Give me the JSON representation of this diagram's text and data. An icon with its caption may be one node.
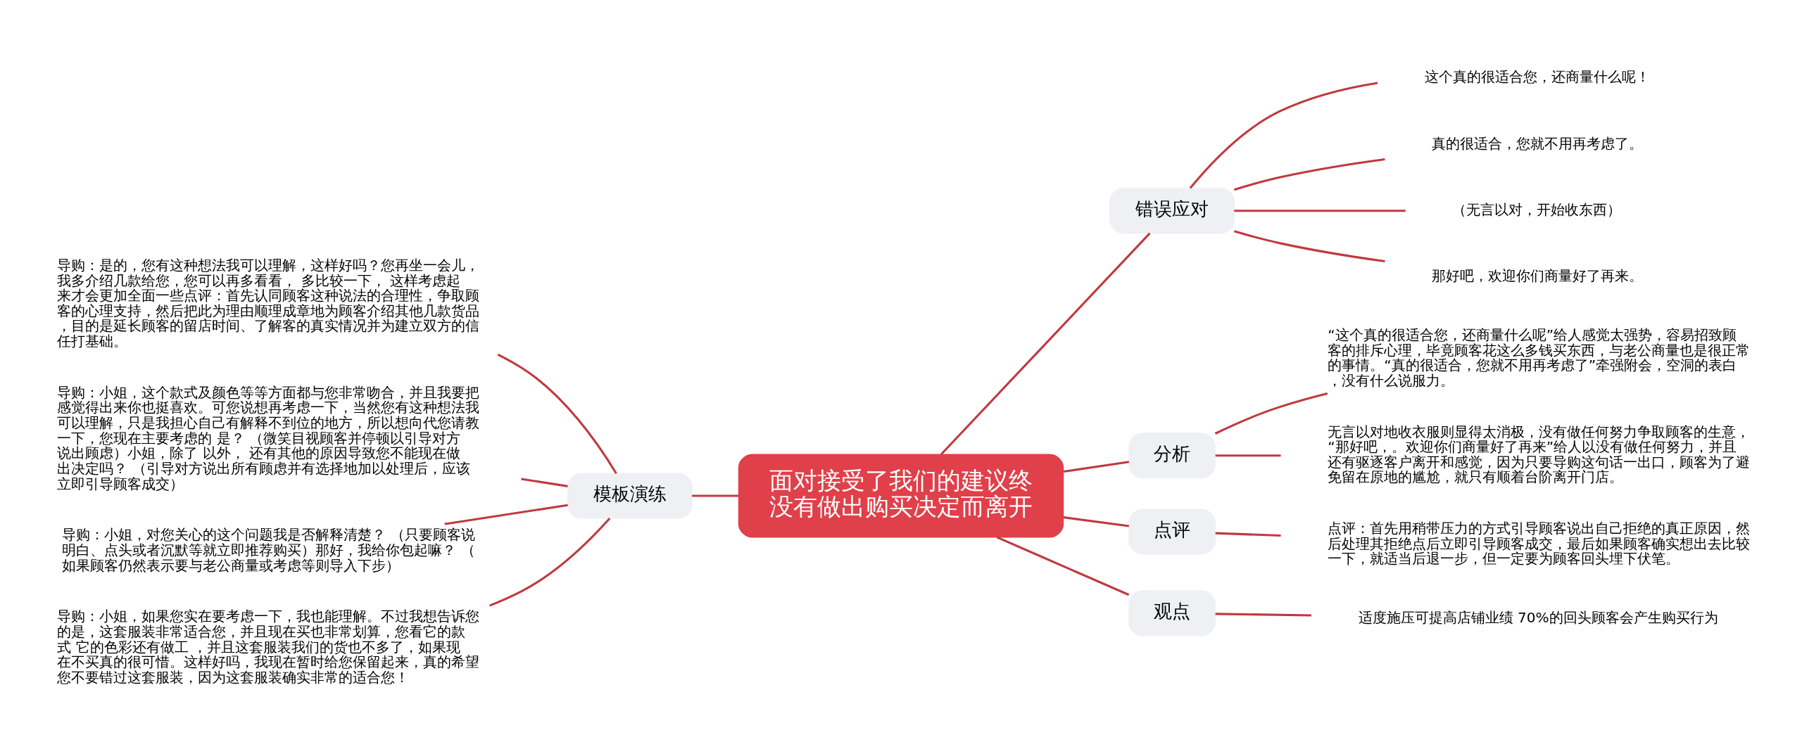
{
  "diagram": {
    "nodes": [
      {
        "text": [
          "面对接受了我们的建议终没有做出购买决定而离开"
        ]
      },
      {
        "text": [
          "错误应对"
        ]
      },
      {
        "text": [
          "这个真的很适合您，还商量什么呢！"
        ]
      },
      {
        "text": [
          "真的很适合，您就不用再考虑了。"
        ]
      },
      {
        "text": [
          "（无言以对，开始收东西）"
        ]
      },
      {
        "text": [
          "那好吧，欢迎你们商量好了再来。"
        ]
      },
      {
        "text": [
          "分析"
        ]
      },
      {
        "text": [
          "“这个真的很适合您，还商量什么呢”给人感觉太强势，容易招致顾客的排斥心理，毕竟顾客花这么多钱买东西，与老公商量也是很正常的事情。“真的很适合，您就不用再考虑了”牵强附会，空洞的表白，没有什么说服力。"
        ]
      },
      {
        "text": [
          "无言以对地收衣服则显得太消极，没有做任何努力争取顾客的生意，“那好吧，。欢迎你们商量好了再来”给人以没有做任何努力，并且还有驱逐客户离开和感觉，因为只要导购这句话一出口，顾客为了避免留在原地的尴尬，就只有顺着台阶离开门店。"
        ]
      },
      {
        "text": [
          "点评"
        ]
      },
      {
        "text": [
          "点评：首先用稍带压力的方式引导顾客说出自己拒绝的真正原因，然后处理其拒绝点后立即引导顾客成交，最后如果顾客确实想出去比较一下，就适当后退一步，但一定要为顾客回头埋下伏笔。"
        ]
      },
      {
        "text": [
          "观点"
        ]
      },
      {
        "text": [
          "适度施压可提高店铺业绩 70%的回头顾客会产生购买行为"
        ]
      },
      {
        "text": [
          "模板演练"
        ]
      },
      {
        "text": [
          "导购：是的，您有这种想法我可以理解，这样好吗？您再坐一会儿，我多介绍几款给您，您可以再多看看， 多比较一下， 这样考虑起来才会更加全面一些点评：首先认同顾客这种说法的合理性，争取顾客的心理支持，然后把此为理由顺理成章地为顾客介绍其他几款货品，目的是延长顾客的留店时间、了解客的真实情况并为建立双方的信任打基础。"
        ]
      },
      {
        "text": [
          "导购：小姐，这个款式及颜色等等方面都与您非常吻合，并且我要把感觉得出来你也挺喜欢。可您说想再考虑一下，当然您有这种想法我可以理解，只是我担心自己有解释不到位的地方，所以想向代您请教一下，您现在主要考虑的 是？ （微笑目视顾客并停顿以引导对方说出顾虑）小姐，除了 以外， 还有其他的原因导致您不能现在做出决定吗？ （引导对方说出所有顾虑并有选择地加以处理后，应该立即引导顾客成交）"
        ]
      },
      {
        "text": [
          "导购：小姐，对您关心的这个问题我是否解释清楚？ （只要顾客说明白、点头或者沉默等就立即推荐购买）那好，我给你包起嘛？ （如果顾客仍然表示要与老公商量或考虑等则导入下步）"
        ]
      },
      {
        "text": [
          "导购：小姐，如果您实在要考虑一下，我也能理解。不过我想告诉您的是，这套服装非常适合您，并且现在买也非常划算，您看它的款式 它的色彩还有做工 ，并且这套服装我们的货也不多了，如果现在不买真的很可惜。这样好吗，我现在暂时给您保留起来，真的希望您不要错过这套服装，因为这套服装确实非常的适合您！"
        ]
      }
    ],
    "edges": [
      {
        "from": 0,
        "to": 1,
        "arrow": "none"
      },
      {
        "from": 1,
        "to": 2,
        "arrow": "none"
      },
      {
        "from": 1,
        "to": 3,
        "arrow": "none"
      },
      {
        "from": 1,
        "to": 4,
        "arrow": "none"
      },
      {
        "from": 1,
        "to": 5,
        "arrow": "none"
      },
      {
        "from": 0,
        "to": 6,
        "arrow": "none"
      },
      {
        "from": 6,
        "to": 7,
        "arrow": "none"
      },
      {
        "from": 6,
        "to": 8,
        "arrow": "none"
      },
      {
        "from": 0,
        "to": 9,
        "arrow": "none"
      },
      {
        "from": 9,
        "to": 10,
        "arrow": "none"
      },
      {
        "from": 0,
        "to": 11,
        "arrow": "none"
      },
      {
        "from": 11,
        "to": 12,
        "arrow": "none"
      },
      {
        "from": 0,
        "to": 13,
        "arrow": "none"
      },
      {
        "from": 13,
        "to": 14,
        "arrow": "none"
      },
      {
        "from": 13,
        "to": 15,
        "arrow": "none"
      },
      {
        "from": 13,
        "to": 16,
        "arrow": "none"
      },
      {
        "from": 13,
        "to": 17,
        "arrow": "none"
      }
    ]
  }
}
